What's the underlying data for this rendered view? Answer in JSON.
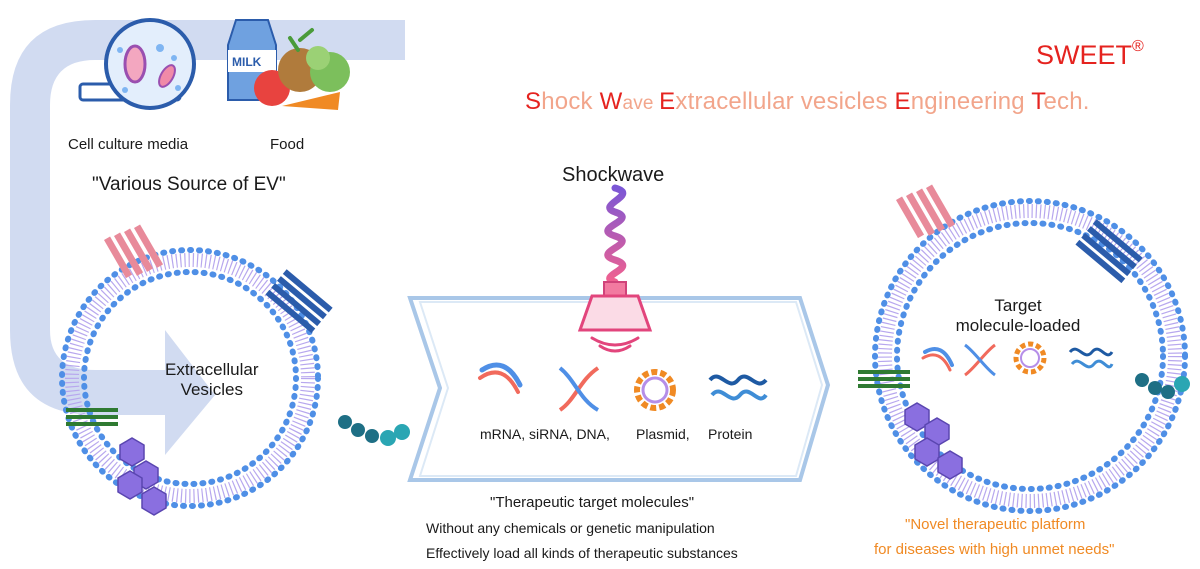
{
  "brand": {
    "name": "SWEET",
    "mark": "®",
    "tagline_parts": [
      {
        "cap": "S",
        "rest": "hock "
      },
      {
        "cap": "W",
        "rest": "ave ",
        "small": true
      },
      {
        "cap": "E",
        "rest": "xtracellular vesicles "
      },
      {
        "cap": "E",
        "rest": "ngineering "
      },
      {
        "cap": "T",
        "rest": "ech."
      }
    ]
  },
  "sources": {
    "cell_culture_label": "Cell culture media",
    "food_label": "Food",
    "milk_label": "MILK",
    "caption": "\"Various Source of EV\""
  },
  "ev": {
    "label_line1": "Extracellular",
    "label_line2": "Vesicles"
  },
  "shockwave": {
    "label": "Shockwave"
  },
  "molecules": {
    "labels": [
      "mRNA, siRNA, DNA,",
      "Plasmid,",
      "Protein"
    ],
    "caption": "\"Therapeutic target molecules\"",
    "note_line1": "Without any chemicals or genetic manipulation",
    "note_line2": "Effectively load all kinds of therapeutic substances"
  },
  "loaded": {
    "label_line1": "Target",
    "label_line2": "molecule-loaded",
    "caption_line1": "\"Novel therapeutic platform",
    "caption_line2": "for diseases with high unmet needs\""
  },
  "colors": {
    "brand_red": "#e5231f",
    "tagline_peach": "#f2a58b",
    "arrow_blue": "#c9d5ee",
    "membrane_blue": "#4f8fe6",
    "accent_orange": "#f08a24"
  }
}
